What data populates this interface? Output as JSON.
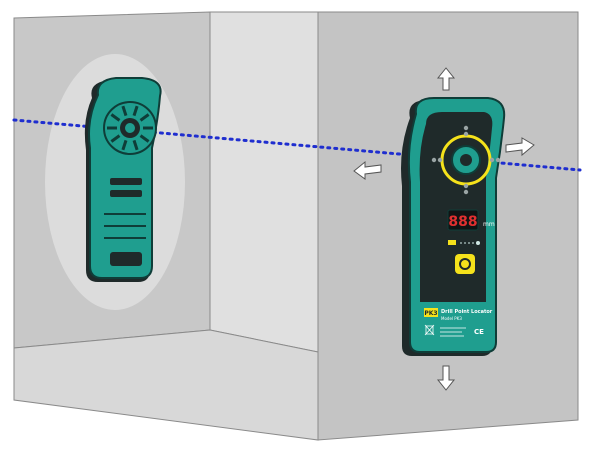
{
  "colors": {
    "wall_left": "#c8c8c8",
    "wall_back": "#e0e0e0",
    "wall_front": "#c4c4c4",
    "floor": "#d8d8d8",
    "spot": "#dcdcdc",
    "outline": "#8a8a8a",
    "device_teal": "#1f9e8f",
    "device_dark": "#1f2a2a",
    "device_edge": "#0f3d38",
    "accent_yellow": "#f5e21b",
    "led_red": "#e03030",
    "beam_blue": "#1f2ecf",
    "arrow_fill": "#ffffff"
  },
  "device": {
    "display_value": "888",
    "unit_label": "mm",
    "brand": "PK3",
    "title": "Drill Point Locator",
    "model": "Model PK3",
    "ce_mark": "CE",
    "icons": {
      "button": "power-button-icon",
      "bin": "weee-bin-icon",
      "battery": "battery-icon",
      "transmit": "signal-icon"
    }
  },
  "arrows": {
    "directions": [
      "up",
      "down",
      "left",
      "right"
    ]
  }
}
